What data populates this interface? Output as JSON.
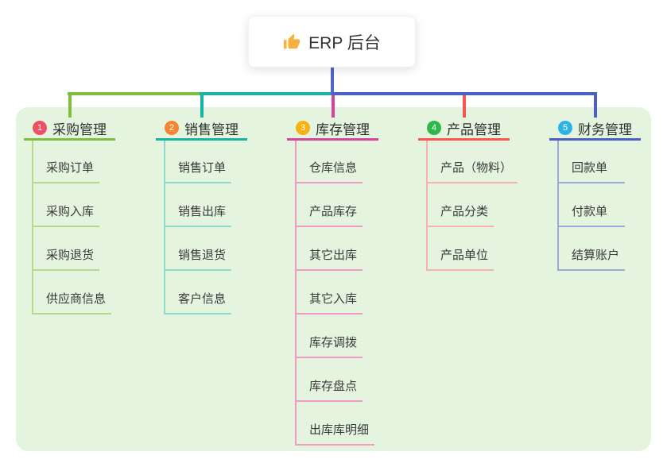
{
  "root": {
    "label": "ERP 后台",
    "icon": "thumbs-up-icon"
  },
  "colors": {
    "panel_bg": "#e4f4df",
    "root_line": "#5365c6",
    "title_text": "#303030",
    "child_text": "#3b3b3b",
    "root_card_bg": "#ffffff",
    "thumb_icon": "#f5b13d"
  },
  "branches": [
    {
      "badge": "1",
      "label": "采购管理",
      "badge_color": "#ee4e66",
      "line_color": "#7fbe3e",
      "child_line_color": "#b5da8c",
      "children": [
        "采购订单",
        "采购入库",
        "采购退货",
        "供应商信息"
      ]
    },
    {
      "badge": "2",
      "label": "销售管理",
      "badge_color": "#f5862f",
      "line_color": "#17b3a3",
      "child_line_color": "#8fd9cf",
      "children": [
        "销售订单",
        "销售出库",
        "销售退货",
        "客户信息"
      ]
    },
    {
      "badge": "3",
      "label": "库存管理",
      "badge_color": "#f9b013",
      "line_color": "#d6449c",
      "child_line_color": "#f29ac8",
      "children": [
        "仓库信息",
        "产品库存",
        "其它出库",
        "其它入库",
        "库存调拨",
        "库存盘点",
        "出库库明细"
      ]
    },
    {
      "badge": "4",
      "label": "产品管理",
      "badge_color": "#2eb84c",
      "line_color": "#f8564f",
      "child_line_color": "#f9b3ae",
      "children": [
        "产品（物料）",
        "产品分类",
        "产品单位"
      ]
    },
    {
      "badge": "5",
      "label": "财务管理",
      "badge_color": "#2cb3e8",
      "line_color": "#4a60c4",
      "child_line_color": "#9daad9",
      "children": [
        "回款单",
        "付款单",
        "结算账户"
      ]
    }
  ]
}
